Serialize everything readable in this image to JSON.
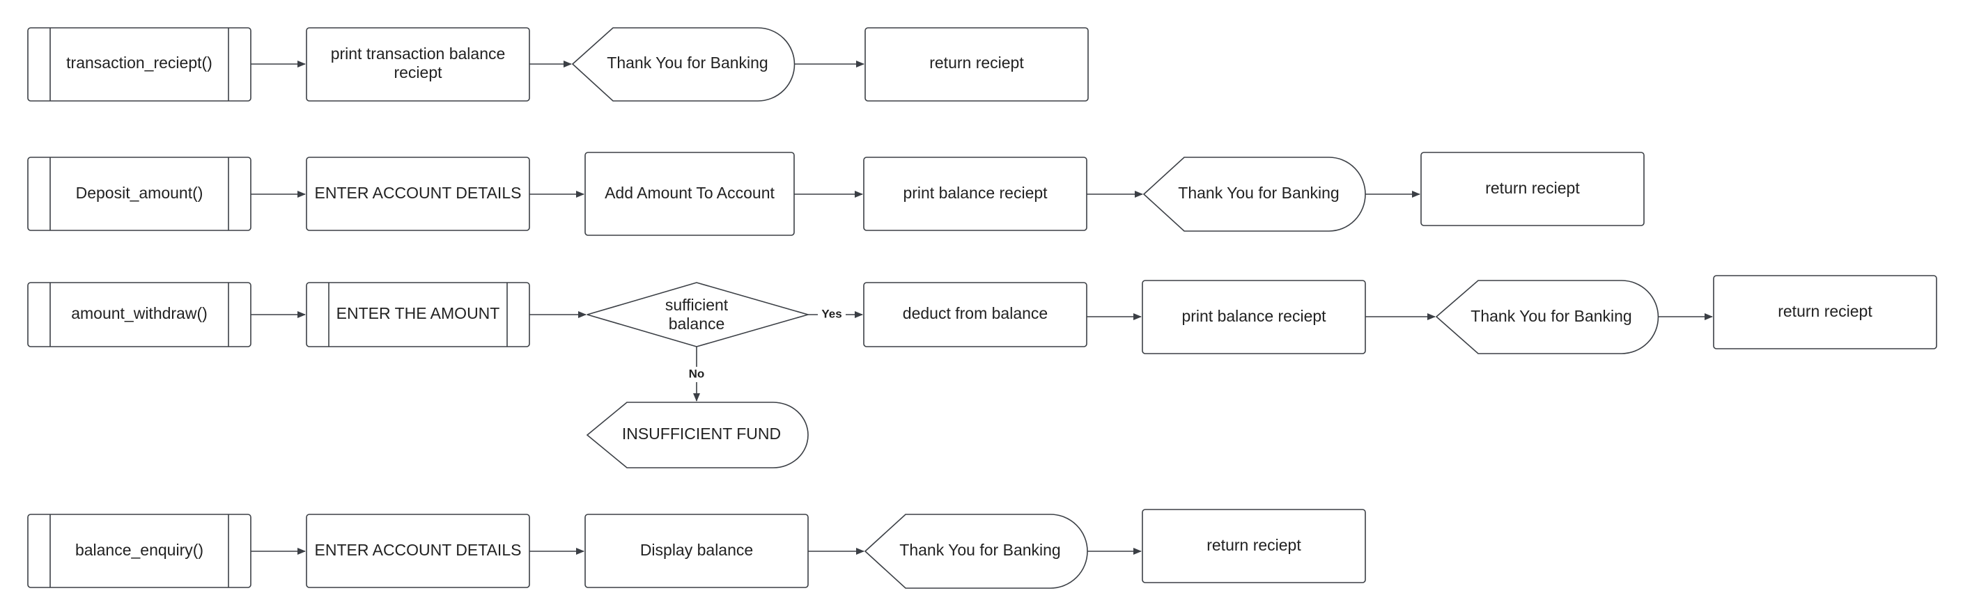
{
  "colors": {
    "stroke": "#3b3f45",
    "fill": "#ffffff",
    "text": "#222222",
    "background": "#ffffff"
  },
  "flow1": {
    "transaction_reciept": "transaction_reciept()",
    "print_transaction_balance_line1": "print transaction balance",
    "print_transaction_balance_line2": "reciept",
    "thank_you": "Thank You for Banking",
    "return_reciept": "return reciept"
  },
  "flow2": {
    "deposit_amount": "Deposit_amount()",
    "enter_account_details": "ENTER ACCOUNT DETAILS",
    "add_amount": "Add Amount To Account",
    "print_balance": "print  balance reciept",
    "thank_you": "Thank You for Banking",
    "return_reciept": "return reciept"
  },
  "flow3": {
    "amount_withdraw": "amount_withdraw()",
    "enter_the_amount": "ENTER THE AMOUNT",
    "sufficient_line1": "sufficient",
    "sufficient_line2": "balance",
    "yes_label": "Yes",
    "no_label": "No",
    "insufficient_fund": "INSUFFICIENT FUND",
    "deduct_balance": "deduct from balance",
    "print_balance": "print  balance reciept",
    "thank_you": "Thank You for Banking",
    "return_reciept": "return reciept"
  },
  "flow4": {
    "balance_enquiry": "balance_enquiry()",
    "enter_account_details": "ENTER ACCOUNT DETAILS",
    "display_balance": "Display balance",
    "thank_you": "Thank You for Banking",
    "return_reciept": "return reciept"
  }
}
